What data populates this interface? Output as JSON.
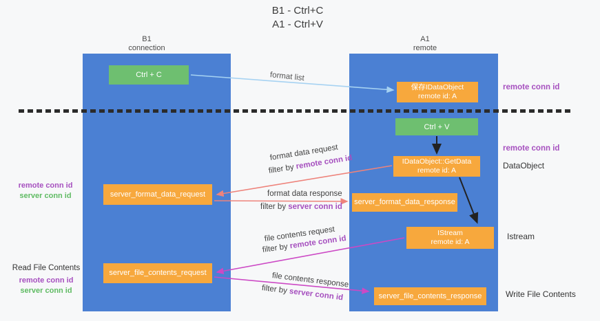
{
  "title": {
    "line1": "B1 - Ctrl+C",
    "line2": "A1 - Ctrl+V"
  },
  "lanes": {
    "left": {
      "name": "B1",
      "role": "connection"
    },
    "right": {
      "name": "A1",
      "role": "remote"
    }
  },
  "boxes": {
    "ctrl_c": "Ctrl + C",
    "ctrl_v": "Ctrl + V",
    "save_dataobject": {
      "line1": "保存IDataObject",
      "line2": "remote id: A"
    },
    "getdata": {
      "line1": "IDataObject::GetData",
      "line2": "remote id: A"
    },
    "istream": {
      "line1": "IStream",
      "line2": "remote id: A"
    },
    "server_format_data_request": "server_format_data_request",
    "server_format_data_response": "server_format_data_response",
    "server_file_contents_request": "server_file_contents_request",
    "server_file_contents_response": "server_file_contents_response"
  },
  "flow_labels": {
    "format_list": "format list",
    "format_data_request": "format data request",
    "format_data_response": "format data response",
    "file_contents_request": "file contents request",
    "file_contents_response": "file contents response",
    "filter_remote_1": {
      "prefix": "filter by ",
      "id": "remote conn id"
    },
    "filter_server_1": {
      "prefix": "filter by ",
      "id": "server conn id"
    },
    "filter_remote_2": {
      "prefix": "filter by ",
      "id": "remote conn id"
    },
    "filter_server_2": {
      "prefix": "filter by ",
      "id": "server conn id"
    }
  },
  "left_annotations": {
    "format_row": {
      "remote": "remote conn id",
      "server": "server conn id"
    },
    "file_row": {
      "title": "Read File Contents",
      "remote": "remote conn id",
      "server": "server conn id"
    }
  },
  "right_annotations": {
    "clipboard_row_remote": "remote conn id",
    "getdata_row_remote": "remote conn id",
    "getdata_row_object": "DataObject",
    "istream_row_object": "Istream",
    "write_row_object": "Write File Contents"
  },
  "colors": {
    "lane_blue": "#4b80d3",
    "box_green": "#6ebf70",
    "box_orange": "#f7a83d",
    "arrow_light_blue": "#a6d2f2",
    "arrow_salmon": "#ee837b",
    "arrow_magenta": "#cc49c5",
    "arrow_black": "#222222",
    "label_purple": "#a650bf",
    "label_green": "#5fbb63"
  }
}
